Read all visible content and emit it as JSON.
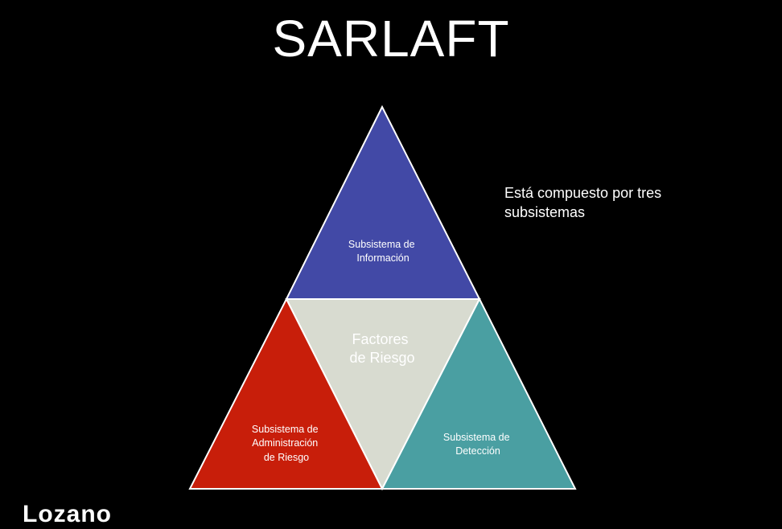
{
  "slide": {
    "title": "SARLAFT",
    "note": "Está compuesto por tres\nsubsistemas",
    "logo_text": "Lozano"
  },
  "diagram": {
    "top": {
      "lines": [
        "Subsistema de",
        "Información"
      ],
      "color": "#4249a6"
    },
    "center": {
      "lines": [
        "Factores",
        "de Riesgo"
      ],
      "color": "#d8dbd0"
    },
    "left": {
      "lines": [
        "Subsistema de",
        "Administración",
        "de Riesgo"
      ],
      "color": "#c81e0a"
    },
    "right": {
      "lines": [
        "Subsistema de",
        "Detección"
      ],
      "color": "#4a9fa2"
    },
    "stroke_color": "#ffffff"
  }
}
